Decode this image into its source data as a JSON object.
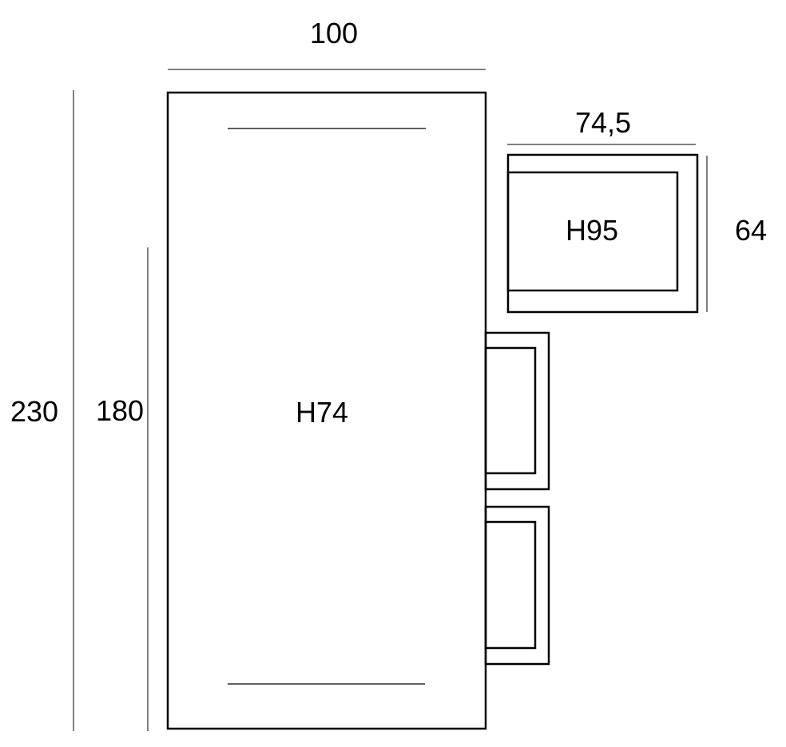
{
  "dimensions": {
    "table_width": "100",
    "total_length": "230",
    "table_length": "180",
    "cabinet_width": "74,5",
    "cabinet_depth": "64"
  },
  "labels": {
    "table_height": "H74",
    "cabinet_height": "H95"
  },
  "colors": {
    "line": "#000000",
    "background": "#ffffff"
  }
}
